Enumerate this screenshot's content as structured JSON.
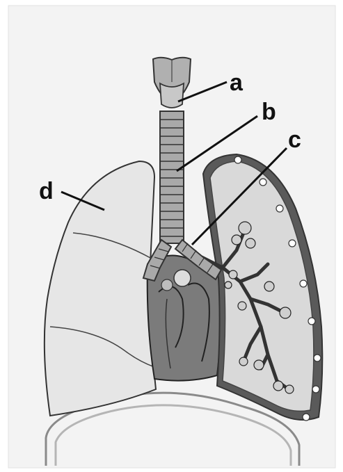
{
  "diagram": {
    "labels": {
      "a": "a",
      "b": "b",
      "c": "c",
      "d": "d"
    },
    "colors": {
      "background": "#ffffff",
      "panel": "#f2f2f2",
      "lung_left": "#e6e6e6",
      "lung_right": "#d9d9d9",
      "heart": "#7b7b7b",
      "trachea": "#a9a9a9",
      "outline": "#333333",
      "pleura": "#5a5a5a"
    }
  }
}
